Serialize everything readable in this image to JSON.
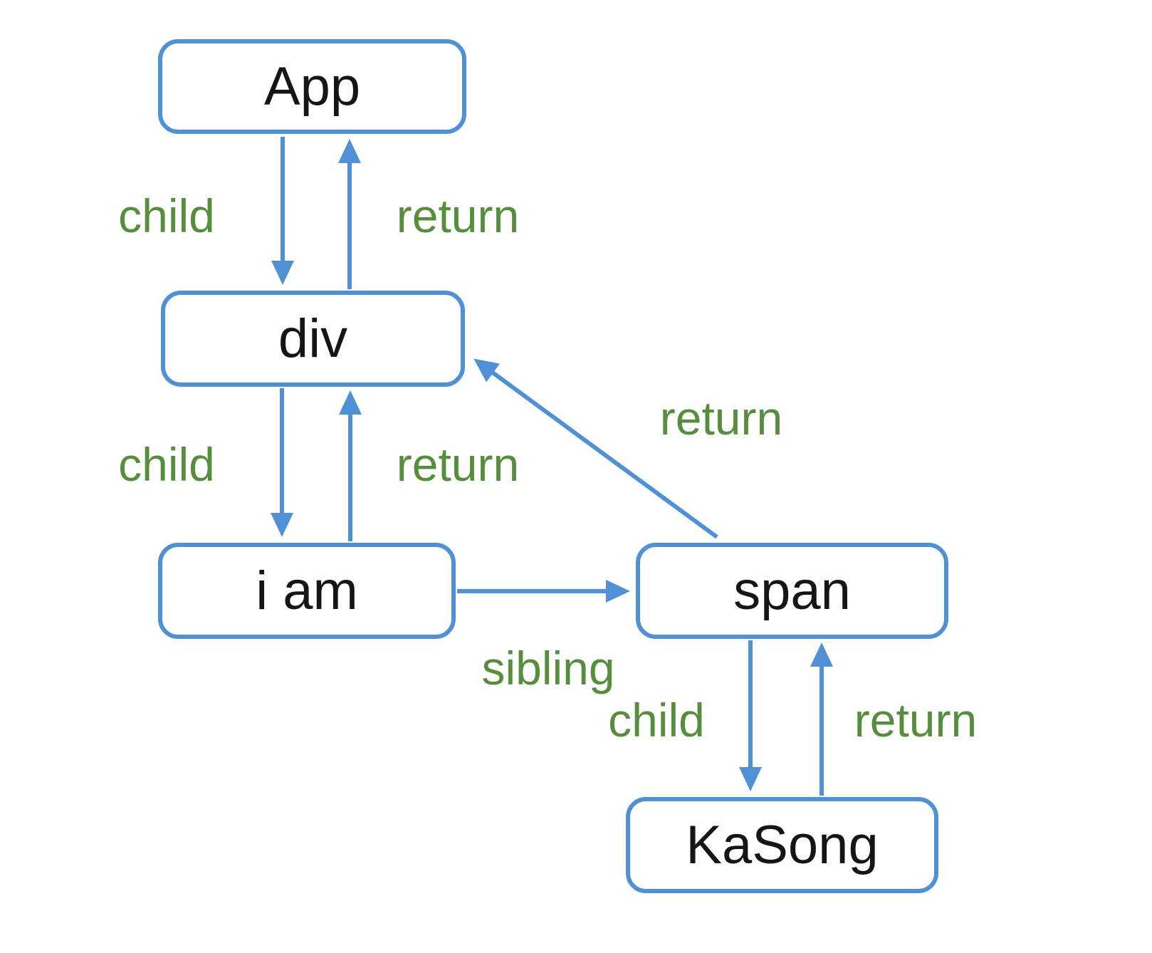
{
  "diagram": {
    "nodes": [
      {
        "id": "app",
        "label": "App"
      },
      {
        "id": "div",
        "label": "div"
      },
      {
        "id": "i-am",
        "label": "i am"
      },
      {
        "id": "span",
        "label": "span"
      },
      {
        "id": "kasong",
        "label": "KaSong"
      }
    ],
    "edges": [
      {
        "from": "app",
        "to": "div",
        "label": "child"
      },
      {
        "from": "div",
        "to": "app",
        "label": "return"
      },
      {
        "from": "div",
        "to": "i-am",
        "label": "child"
      },
      {
        "from": "i-am",
        "to": "div",
        "label": "return"
      },
      {
        "from": "i-am",
        "to": "span",
        "label": "sibling"
      },
      {
        "from": "span",
        "to": "div",
        "label": "return"
      },
      {
        "from": "span",
        "to": "kasong",
        "label": "child"
      },
      {
        "from": "kasong",
        "to": "span",
        "label": "return"
      }
    ],
    "colors": {
      "box_border": "#5090d5",
      "arrow": "#5090d5",
      "edge_label": "#578e3d",
      "node_text": "#151515",
      "background": "#ffffff"
    }
  }
}
